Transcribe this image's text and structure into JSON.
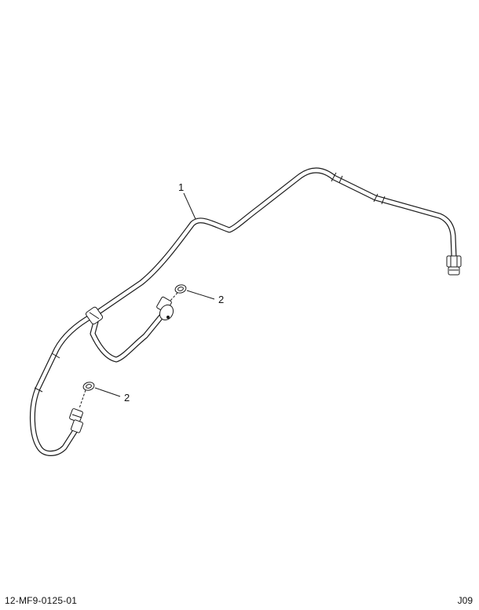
{
  "diagram": {
    "callouts": [
      {
        "id": "callout-1",
        "label": "1"
      },
      {
        "id": "callout-2a",
        "label": "2"
      },
      {
        "id": "callout-2b",
        "label": "2"
      }
    ]
  },
  "footer": {
    "drawing_number": "12-MF9-0125-01",
    "sheet_code": "J09"
  }
}
